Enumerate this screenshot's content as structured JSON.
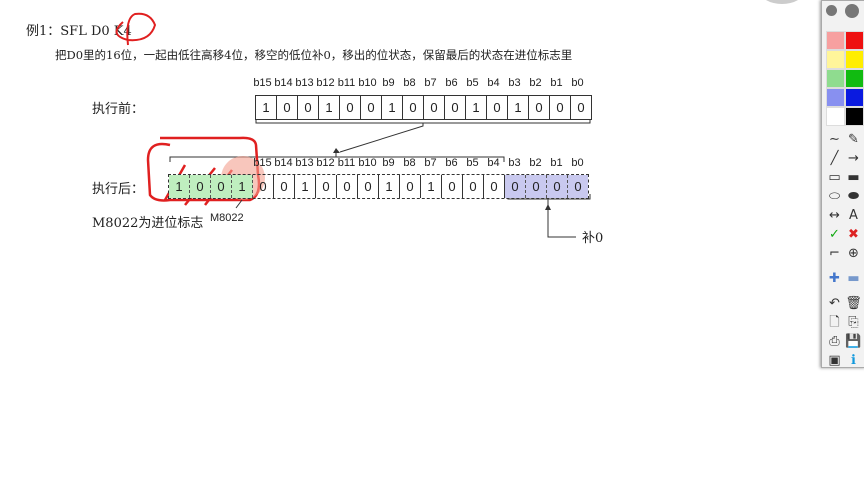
{
  "title": "例1：SFL  D0  K4",
  "description": "把D0里的16位，一起由低往高移4位，移空的低位补0，移出的位状态，保留最后的状态在进位标志里",
  "bit_labels": [
    "b15",
    "b14",
    "b13",
    "b12",
    "b11",
    "b10",
    "b9",
    "b8",
    "b7",
    "b6",
    "b5",
    "b4",
    "b3",
    "b2",
    "b1",
    "b0"
  ],
  "before": {
    "label": "执行前：",
    "bits": [
      "1",
      "0",
      "0",
      "1",
      "0",
      "0",
      "1",
      "0",
      "0",
      "0",
      "1",
      "0",
      "1",
      "0",
      "0",
      "0"
    ]
  },
  "after": {
    "label": "执行后：",
    "shifted_out": [
      "1",
      "0",
      "0",
      "1"
    ],
    "bits": [
      "0",
      "0",
      "1",
      "0",
      "0",
      "0",
      "1",
      "0",
      "1",
      "0",
      "0",
      "0",
      "0",
      "0",
      "0",
      "0"
    ]
  },
  "carry_note": "M8022为进位标志",
  "carry_flag": "M8022",
  "fill_note": "补0",
  "colors": {
    "annotation": "#e02020",
    "shifted": "#bfeebf",
    "fill": "#c9c9ef"
  },
  "toolbar": {
    "tools": [
      "curve-pen",
      "eraser",
      "line",
      "arrow",
      "rectangle",
      "filled-rectangle",
      "ellipse",
      "filled-ellipse",
      "double-arrow",
      "text",
      "check",
      "cross",
      "crop",
      "zoom",
      "plus",
      "minus",
      "undo",
      "trash",
      "new",
      "copy",
      "print",
      "save",
      "screen",
      "info"
    ],
    "text_tool": "A"
  }
}
